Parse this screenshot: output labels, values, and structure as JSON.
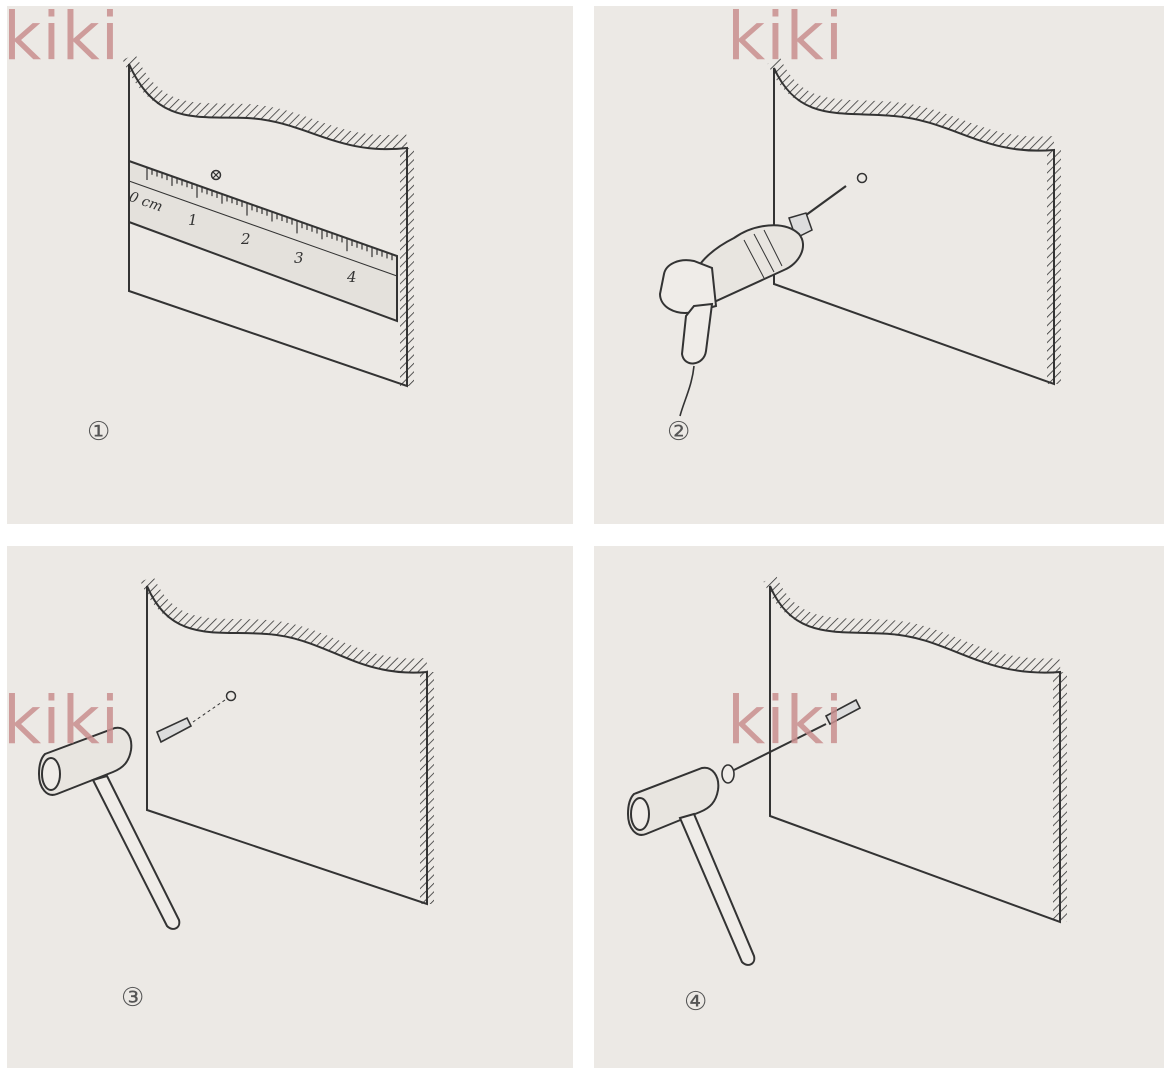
{
  "watermark": "kiki",
  "steps": [
    {
      "number": "①"
    },
    {
      "number": "②"
    },
    {
      "number": "③"
    },
    {
      "number": "④"
    }
  ],
  "ruler": {
    "unit_label": "0 cm",
    "ticks": [
      "1",
      "2",
      "3",
      "4"
    ]
  },
  "colors": {
    "panel_bg": "#ece9e5",
    "line": "#333333",
    "watermark": "#c98f8f"
  },
  "icons": [
    "ruler-icon",
    "drill-icon",
    "hammer-icon",
    "anchor-plug-icon",
    "screw-icon"
  ]
}
